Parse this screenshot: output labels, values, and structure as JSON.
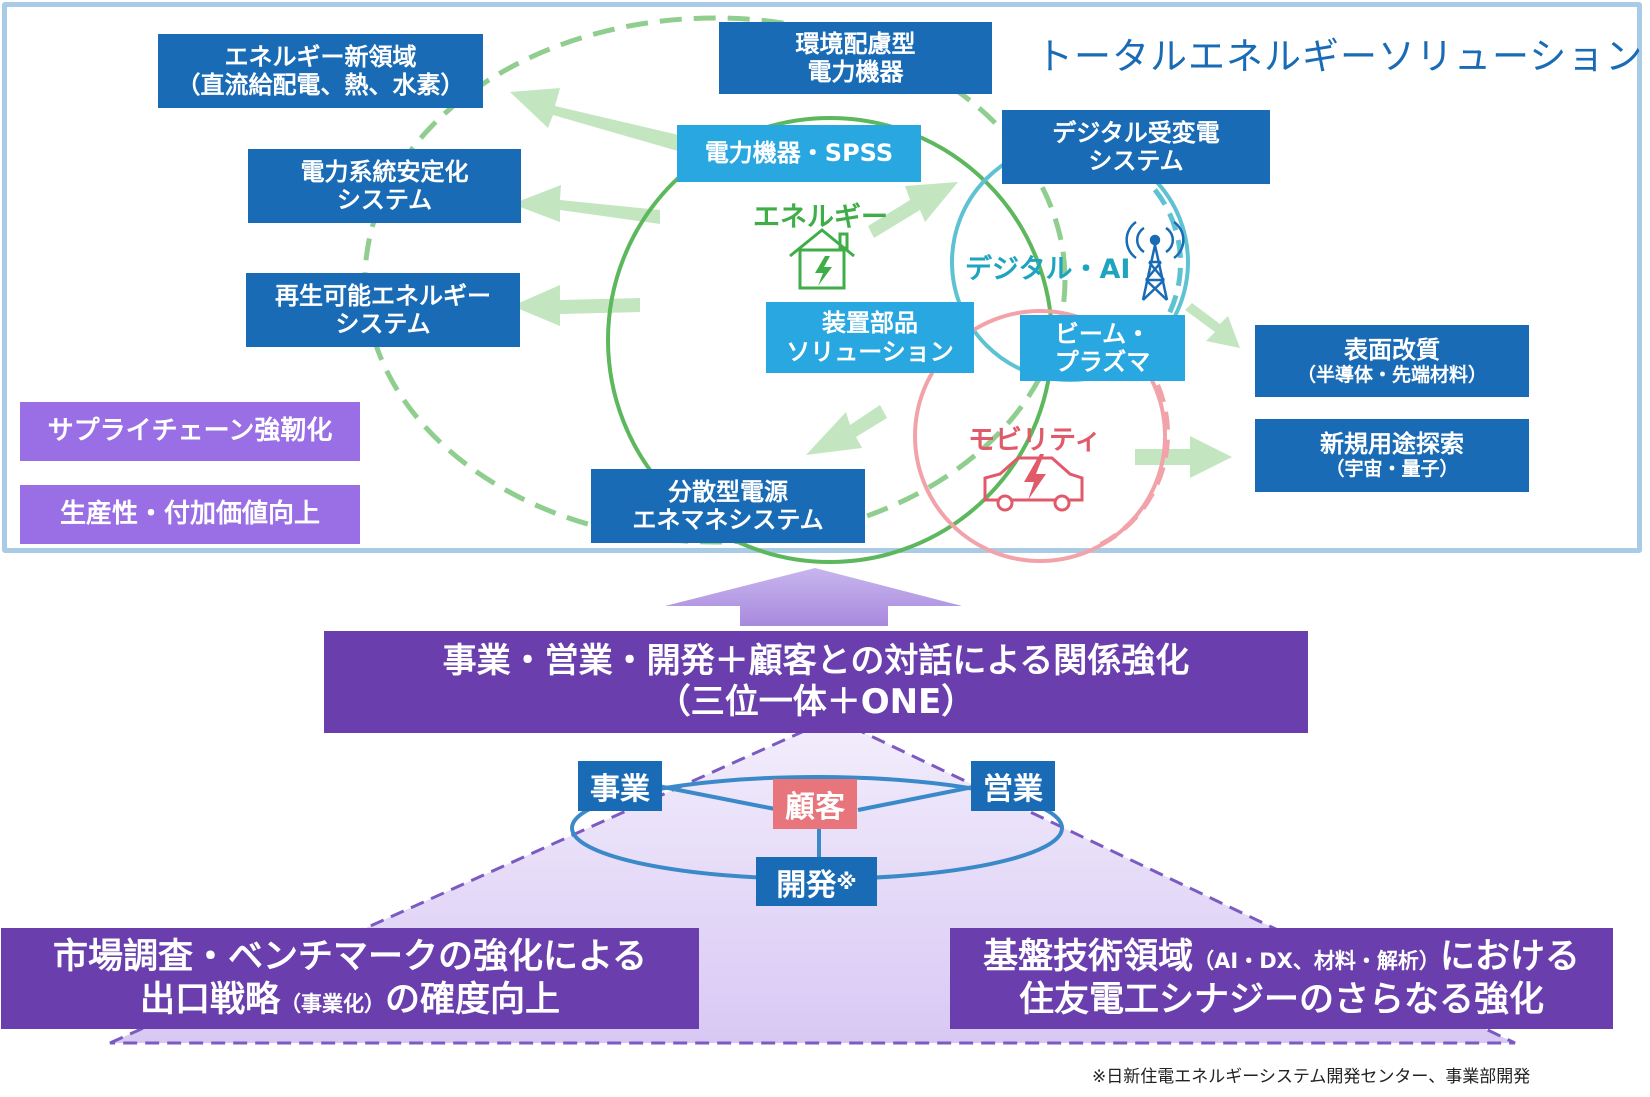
{
  "title": "トータルエネルギーソリューション",
  "colors": {
    "dark_blue": "#1a6bb5",
    "light_blue": "#29a7e1",
    "purple_box": "#9a6fe6",
    "banner_purple": "#6a3fad",
    "green": "#3fae49",
    "teal": "#1fa4c0",
    "red": "#e05a6a"
  },
  "outer_boxes": {
    "new_domain": {
      "line1": "エネルギー新領域",
      "line2": "（直流給配電、熱、水素）"
    },
    "eco_equipment": {
      "line1": "環境配慮型",
      "line2": "電力機器"
    },
    "grid_stability": {
      "line1": "電力系統安定化",
      "line2": "システム"
    },
    "renewable": {
      "line1": "再生可能エネルギー",
      "line2": "システム"
    },
    "digital_substation": {
      "line1": "デジタル受変電",
      "line2": "システム"
    },
    "surface": {
      "line1": "表面改質",
      "line2": "（半導体・先端材料）"
    },
    "new_use": {
      "line1": "新規用途探索",
      "line2": "（宇宙・量子）"
    },
    "distributed": {
      "line1": "分散型電源",
      "line2": "エネマネシステム"
    }
  },
  "inner_boxes": {
    "power_spss": "電力機器・SPSS",
    "device_parts": {
      "line1": "装置部品",
      "line2": "ソリューション"
    },
    "beam_plasma": {
      "line1": "ビーム・",
      "line2": "プラズマ"
    }
  },
  "circle_labels": {
    "energy": "エネルギー",
    "digital_ai": "デジタル・AI",
    "mobility": "モビリティ"
  },
  "icons": {
    "energy": "house-bolt-icon",
    "digital": "antenna-tower-icon",
    "mobility": "electric-car-icon"
  },
  "side_boxes": {
    "supply_chain": "サプライチェーン強靭化",
    "productivity": "生産性・付加価値向上"
  },
  "center_banner": {
    "line1": "事業・営業・開発＋顧客との対話による関係強化",
    "line2": "（三位一体＋ONE）"
  },
  "triad": {
    "business": "事業",
    "sales": "営業",
    "customer": "顧客",
    "development": "開発",
    "development_mark": "※"
  },
  "left_banner": {
    "line1": "市場調査・ベンチマークの強化による",
    "line2_a": "出口戦略",
    "line2_small": "（事業化）",
    "line2_b": "の確度向上"
  },
  "right_banner": {
    "line1_a": "基盤技術領域",
    "line1_small": "（AI・DX、材料・解析）",
    "line1_b": "における",
    "line2": "住友電工シナジーのさらなる強化"
  },
  "footnote": "※日新住電エネルギーシステム開発センター、事業部開発"
}
